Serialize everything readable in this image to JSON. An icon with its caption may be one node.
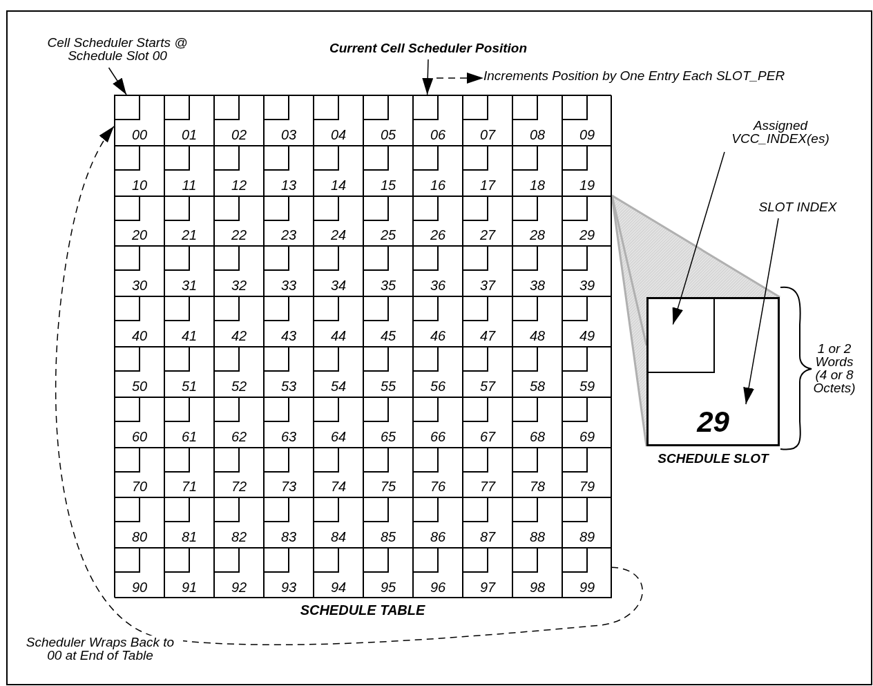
{
  "diagram": {
    "nodes": [
      {
        "text": [
          "SCHEDULE TABLE"
        ]
      },
      {
        "text": [
          "00"
        ],
        "in": 0
      },
      {
        "text": [
          "01"
        ],
        "in": 0
      },
      {
        "text": [
          "02"
        ],
        "in": 0
      },
      {
        "text": [
          "03"
        ],
        "in": 0
      },
      {
        "text": [
          "04"
        ],
        "in": 0
      },
      {
        "text": [
          "05"
        ],
        "in": 0
      },
      {
        "text": [
          "06"
        ],
        "in": 0
      },
      {
        "text": [
          "07"
        ],
        "in": 0
      },
      {
        "text": [
          "08"
        ],
        "in": 0
      },
      {
        "text": [
          "09"
        ],
        "in": 0
      },
      {
        "text": [
          "10"
        ],
        "in": 0
      },
      {
        "text": [
          "11"
        ],
        "in": 0
      },
      {
        "text": [
          "12"
        ],
        "in": 0
      },
      {
        "text": [
          "13"
        ],
        "in": 0
      },
      {
        "text": [
          "14"
        ],
        "in": 0
      },
      {
        "text": [
          "15"
        ],
        "in": 0
      },
      {
        "text": [
          "16"
        ],
        "in": 0
      },
      {
        "text": [
          "17"
        ],
        "in": 0
      },
      {
        "text": [
          "18"
        ],
        "in": 0
      },
      {
        "text": [
          "19"
        ],
        "in": 0
      },
      {
        "text": [
          "20"
        ],
        "in": 0
      },
      {
        "text": [
          "21"
        ],
        "in": 0
      },
      {
        "text": [
          "22"
        ],
        "in": 0
      },
      {
        "text": [
          "23"
        ],
        "in": 0
      },
      {
        "text": [
          "24"
        ],
        "in": 0
      },
      {
        "text": [
          "25"
        ],
        "in": 0
      },
      {
        "text": [
          "26"
        ],
        "in": 0
      },
      {
        "text": [
          "27"
        ],
        "in": 0
      },
      {
        "text": [
          "28"
        ],
        "in": 0
      },
      {
        "text": [
          "29"
        ],
        "in": 0
      },
      {
        "text": [
          "30"
        ],
        "in": 0
      },
      {
        "text": [
          "31"
        ],
        "in": 0
      },
      {
        "text": [
          "32"
        ],
        "in": 0
      },
      {
        "text": [
          "33"
        ],
        "in": 0
      },
      {
        "text": [
          "34"
        ],
        "in": 0
      },
      {
        "text": [
          "35"
        ],
        "in": 0
      },
      {
        "text": [
          "36"
        ],
        "in": 0
      },
      {
        "text": [
          "37"
        ],
        "in": 0
      },
      {
        "text": [
          "38"
        ],
        "in": 0
      },
      {
        "text": [
          "39"
        ],
        "in": 0
      },
      {
        "text": [
          "40"
        ],
        "in": 0
      },
      {
        "text": [
          "41"
        ],
        "in": 0
      },
      {
        "text": [
          "42"
        ],
        "in": 0
      },
      {
        "text": [
          "43"
        ],
        "in": 0
      },
      {
        "text": [
          "44"
        ],
        "in": 0
      },
      {
        "text": [
          "45"
        ],
        "in": 0
      },
      {
        "text": [
          "46"
        ],
        "in": 0
      },
      {
        "text": [
          "47"
        ],
        "in": 0
      },
      {
        "text": [
          "48"
        ],
        "in": 0
      },
      {
        "text": [
          "49"
        ],
        "in": 0
      },
      {
        "text": [
          "50"
        ],
        "in": 0
      },
      {
        "text": [
          "51"
        ],
        "in": 0
      },
      {
        "text": [
          "52"
        ],
        "in": 0
      },
      {
        "text": [
          "53"
        ],
        "in": 0
      },
      {
        "text": [
          "54"
        ],
        "in": 0
      },
      {
        "text": [
          "55"
        ],
        "in": 0
      },
      {
        "text": [
          "56"
        ],
        "in": 0
      },
      {
        "text": [
          "57"
        ],
        "in": 0
      },
      {
        "text": [
          "58"
        ],
        "in": 0
      },
      {
        "text": [
          "59"
        ],
        "in": 0
      },
      {
        "text": [
          "60"
        ],
        "in": 0
      },
      {
        "text": [
          "61"
        ],
        "in": 0
      },
      {
        "text": [
          "62"
        ],
        "in": 0
      },
      {
        "text": [
          "63"
        ],
        "in": 0
      },
      {
        "text": [
          "64"
        ],
        "in": 0
      },
      {
        "text": [
          "65"
        ],
        "in": 0
      },
      {
        "text": [
          "66"
        ],
        "in": 0
      },
      {
        "text": [
          "67"
        ],
        "in": 0
      },
      {
        "text": [
          "68"
        ],
        "in": 0
      },
      {
        "text": [
          "69"
        ],
        "in": 0
      },
      {
        "text": [
          "70"
        ],
        "in": 0
      },
      {
        "text": [
          "71"
        ],
        "in": 0
      },
      {
        "text": [
          "72"
        ],
        "in": 0
      },
      {
        "text": [
          "73"
        ],
        "in": 0
      },
      {
        "text": [
          "74"
        ],
        "in": 0
      },
      {
        "text": [
          "75"
        ],
        "in": 0
      },
      {
        "text": [
          "76"
        ],
        "in": 0
      },
      {
        "text": [
          "77"
        ],
        "in": 0
      },
      {
        "text": [
          "78"
        ],
        "in": 0
      },
      {
        "text": [
          "79"
        ],
        "in": 0
      },
      {
        "text": [
          "80"
        ],
        "in": 0
      },
      {
        "text": [
          "81"
        ],
        "in": 0
      },
      {
        "text": [
          "82"
        ],
        "in": 0
      },
      {
        "text": [
          "83"
        ],
        "in": 0
      },
      {
        "text": [
          "84"
        ],
        "in": 0
      },
      {
        "text": [
          "85"
        ],
        "in": 0
      },
      {
        "text": [
          "86"
        ],
        "in": 0
      },
      {
        "text": [
          "87"
        ],
        "in": 0
      },
      {
        "text": [
          "88"
        ],
        "in": 0
      },
      {
        "text": [
          "89"
        ],
        "in": 0
      },
      {
        "text": [
          "90"
        ],
        "in": 0
      },
      {
        "text": [
          "91"
        ],
        "in": 0
      },
      {
        "text": [
          "92"
        ],
        "in": 0
      },
      {
        "text": [
          "93"
        ],
        "in": 0
      },
      {
        "text": [
          "94"
        ],
        "in": 0
      },
      {
        "text": [
          "95"
        ],
        "in": 0
      },
      {
        "text": [
          "96"
        ],
        "in": 0
      },
      {
        "text": [
          "97"
        ],
        "in": 0
      },
      {
        "text": [
          "98"
        ],
        "in": 0
      },
      {
        "text": [
          "99"
        ],
        "in": 0
      },
      {
        "text": [
          "Cell Scheduler Starts @ Schedule Slot 00"
        ]
      },
      {
        "text": [
          "Current Cell Scheduler Position"
        ]
      },
      {
        "text": [
          "Increments Position by One Entry Each SLOT_PER"
        ]
      },
      {
        "text": [
          "29",
          "SCHEDULE SLOT"
        ],
        "beside": [
          "1 or 2 Words (4 or 8 Octets)"
        ]
      },
      {
        "text": [],
        "shape": "box",
        "in": 104
      },
      {
        "text": [
          "Assigned VCC_INDEX(es)"
        ]
      },
      {
        "text": [
          "SLOT INDEX"
        ]
      }
    ],
    "edges": [
      {
        "from": 101,
        "to": 1,
        "arrow": "to"
      },
      {
        "from": 102,
        "to": 7,
        "arrow": "to"
      },
      {
        "from": null,
        "to": 103,
        "arrow": "to",
        "style": "dashed"
      },
      {
        "from": 100,
        "to": 1,
        "arrow": "to",
        "style": "dashed",
        "label": "Scheduler Wraps Back to 00 at End of Table"
      },
      {
        "from": 106,
        "to": 105,
        "arrow": "to"
      },
      {
        "from": 107,
        "to": 104,
        "arrow": "to"
      }
    ]
  }
}
